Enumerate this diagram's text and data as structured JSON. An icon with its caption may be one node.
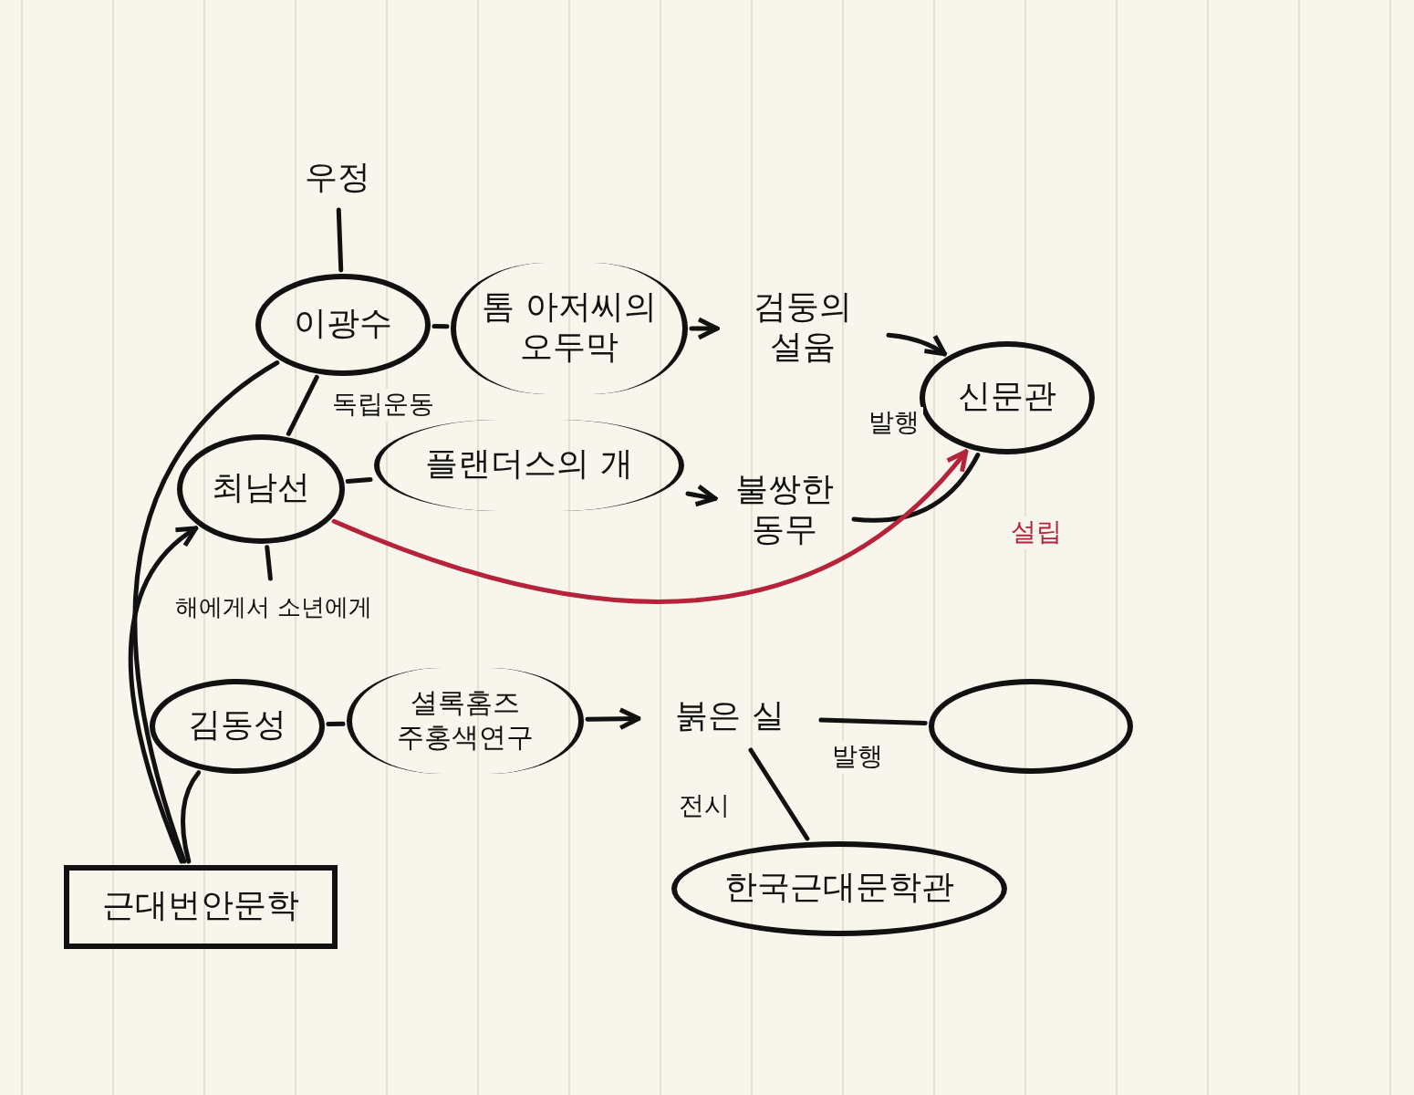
{
  "diagram": {
    "nodes": [
      {
        "text": [
          "우정"
        ]
      },
      {
        "text": [
          "이광수"
        ]
      },
      {
        "text": [
          "톰 아저씨의 오두막"
        ]
      },
      {
        "text": [
          "검둥의 설움"
        ]
      },
      {
        "text": [
          "신문관"
        ]
      },
      {
        "text": [
          "최남선"
        ]
      },
      {
        "text": [
          "플랜더스의 개"
        ]
      },
      {
        "text": [
          "불쌍한 동무"
        ]
      },
      {
        "text": [
          "해에게서 소년에게"
        ]
      },
      {
        "text": [
          "김동성"
        ]
      },
      {
        "text": [
          "셜록홈즈 주홍색연구"
        ]
      },
      {
        "text": [
          "붉은 실"
        ]
      },
      {
        "text": [],
        "shape": "circle"
      },
      {
        "text": [
          "한국근대문학관"
        ]
      },
      {
        "text": [
          "근대번안문학"
        ]
      }
    ],
    "edges": [
      {
        "from": 0,
        "to": 1,
        "arrow": "none"
      },
      {
        "from": 1,
        "to": 2,
        "arrow": "none"
      },
      {
        "from": 2,
        "to": 3,
        "arrow": "to"
      },
      {
        "from": 1,
        "to": 5,
        "arrow": "none",
        "label": "독립운동"
      },
      {
        "from": 3,
        "to": 4,
        "arrow": "to",
        "label": "발행"
      },
      {
        "from": 7,
        "to": 4,
        "arrow": "none"
      },
      {
        "from": 5,
        "to": 6,
        "arrow": "none"
      },
      {
        "from": 6,
        "to": 7,
        "arrow": "to"
      },
      {
        "from": 5,
        "to": 4,
        "arrow": "to",
        "label": "설립",
        "color": "#b5223a"
      },
      {
        "from": 5,
        "to": 8,
        "arrow": "none"
      },
      {
        "from": 9,
        "to": 10,
        "arrow": "none"
      },
      {
        "from": 10,
        "to": 11,
        "arrow": "to"
      },
      {
        "from": 11,
        "to": 12,
        "arrow": "none",
        "label": "발행"
      },
      {
        "from": 11,
        "to": 13,
        "arrow": "none",
        "label": "전시"
      },
      {
        "from": 14,
        "to": 1,
        "arrow": "none"
      },
      {
        "from": 14,
        "to": 5,
        "arrow": "to"
      },
      {
        "from": 14,
        "to": 9,
        "arrow": "none"
      }
    ]
  }
}
